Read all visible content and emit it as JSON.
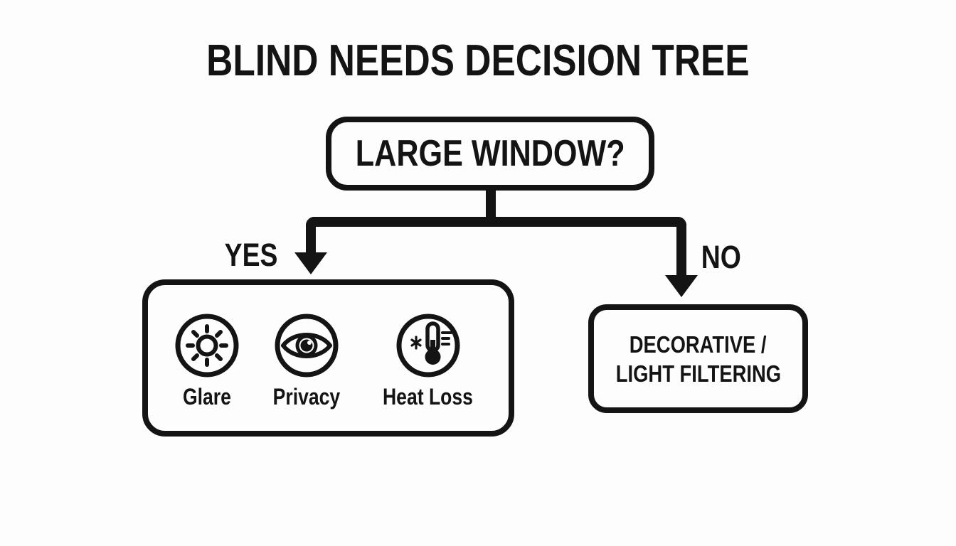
{
  "title": "BLIND NEEDS DECISION TREE",
  "colors": {
    "ink": "#141414",
    "background": "#fdfdfd"
  },
  "root_node": {
    "label": "LARGE WINDOW?"
  },
  "branches": {
    "yes": {
      "label": "YES"
    },
    "no": {
      "label": "NO"
    }
  },
  "yes_node": {
    "needs": [
      {
        "icon": "sun-icon",
        "label": "Glare"
      },
      {
        "icon": "eye-icon",
        "label": "Privacy"
      },
      {
        "icon": "thermometer-icon",
        "label": "Heat Loss"
      }
    ]
  },
  "no_node": {
    "label_line1": "DECORATIVE /",
    "label_line2": "LIGHT FILTERING"
  }
}
